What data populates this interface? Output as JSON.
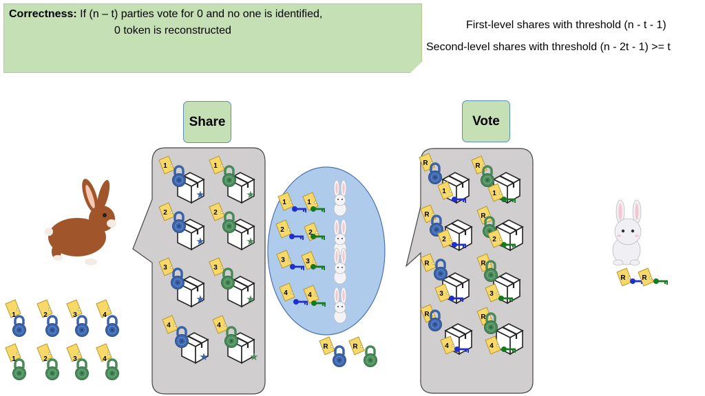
{
  "callout": {
    "label": "Correctness:",
    "line1": " If (n – t) parties vote for 0 and no one is identified,",
    "line2": "0 token is reconstructed"
  },
  "thresholds": {
    "first": "First-level shares with threshold (n - t - 1)",
    "second": "Second-level shares with threshold (n - 2t - 1) >= t"
  },
  "buttons": {
    "share": "Share",
    "vote": "Vote"
  },
  "labels": {
    "parties": [
      "1",
      "2",
      "3",
      "4"
    ],
    "reconstruct": "R"
  },
  "colors": {
    "note_fill": "#c5e0b4",
    "panel_fill": "#d0cece",
    "ellipse_fill": "#aecbeb",
    "tag_fill": "#f6d96a",
    "lock_blue": "#3a63a8",
    "lock_green": "#4a8a5a",
    "key_blue": "#1f2ecc",
    "key_green": "#157a1f",
    "rabbit_brown": "#a0562a",
    "rabbit_white": "#f0f0f4"
  },
  "icons": [
    "padlock-icon",
    "box-icon",
    "star-icon",
    "key-icon",
    "tag-icon",
    "rabbit-icon"
  ]
}
